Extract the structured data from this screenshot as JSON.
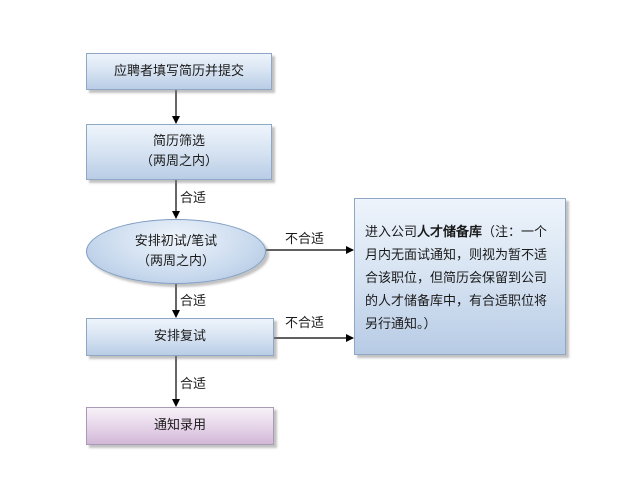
{
  "nodes": {
    "submit": "应聘者填写简历并提交",
    "screen_line1": "简历筛选",
    "screen_line2": "（两周之内）",
    "first_line1": "安排初试/笔试",
    "first_line2": "（两周之内）",
    "second": "安排复试",
    "hire": "通知录用",
    "talent_pool_prefix": "进入公司",
    "talent_pool_bold": "人才储备库",
    "talent_pool_note": "（注：一个月内无面试通知，则视为暂不适合该职位，但简历会保留到公司的人才储备库中，有合适职位将另行通知。）"
  },
  "edges": {
    "pass_1": "合适",
    "fail_1": "不合适",
    "pass_2": "合适",
    "fail_2": "不合适",
    "pass_3": "合适"
  },
  "colors": {
    "box_fill": "#d9e5f3",
    "box_border": "#8fa6c4",
    "final_box_fill": "#e7d6ea",
    "arrow": "#000000"
  }
}
